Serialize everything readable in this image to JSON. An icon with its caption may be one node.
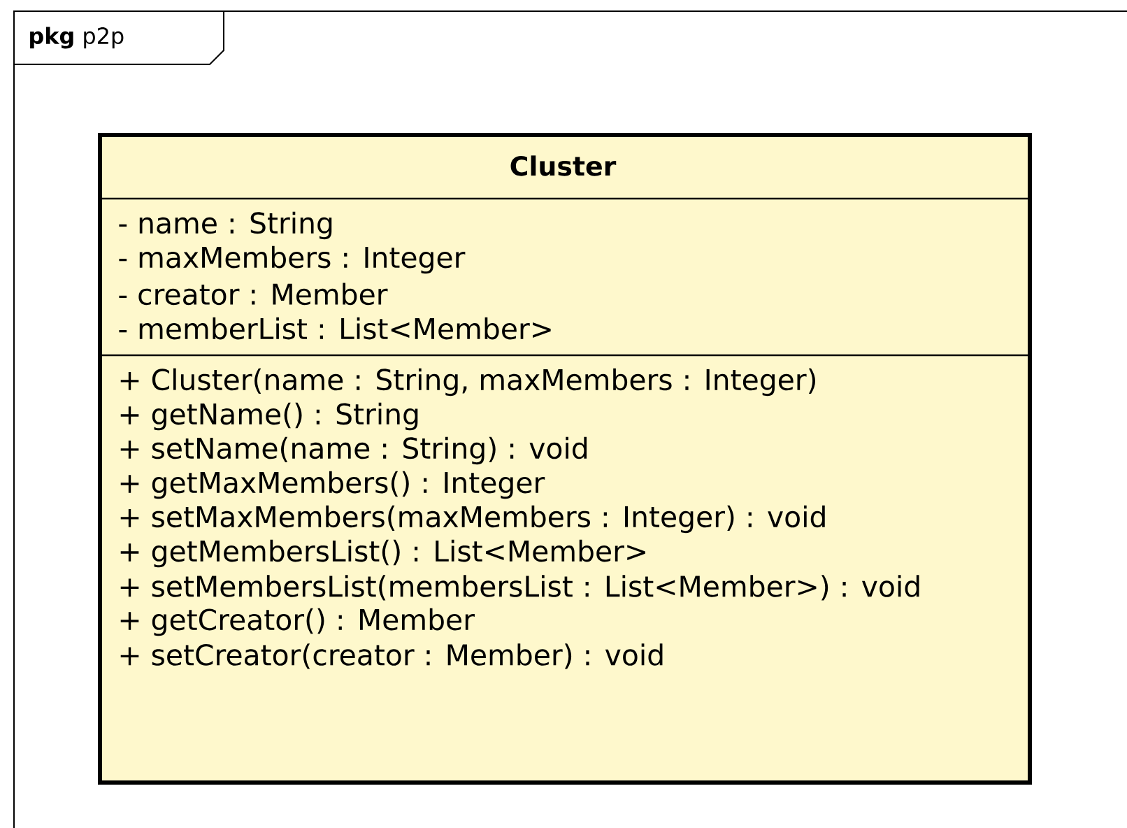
{
  "diagram": {
    "nodes": [
      {
        "text": [
          "**pkg** p2p"
        ]
      },
      {
        "text": [
          "Cluster",
          "- name : String",
          "- maxMembers : Integer",
          "- creator : Member",
          "- memberList : List<Member>",
          "+ Cluster(name : String, maxMembers : Integer)",
          "+ getName() : String",
          "+ setName(name : String) : void",
          "+ getMaxMembers() : Integer",
          "+ setMaxMembers(maxMembers : Integer) : void",
          "+ getMembersList() : List<Member>",
          "+ setMembersList(membersList : List<Member>) : void",
          "+ getCreator() : Member",
          "+ setCreator(creator : Member) : void"
        ],
        "in": 0
      }
    ]
  }
}
